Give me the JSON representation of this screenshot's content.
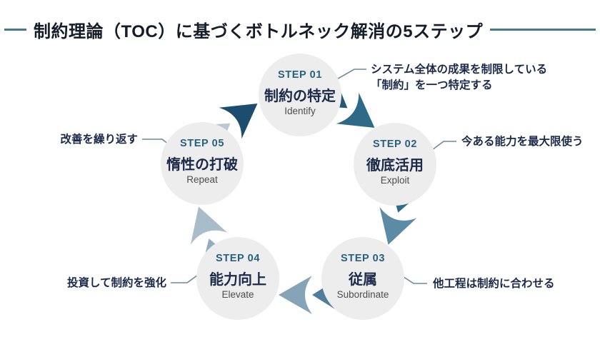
{
  "title": "制約理論（TOC）に基づくボトルネック解消の5ステップ",
  "palette": {
    "title_rule": "#417c8e",
    "circle_fill": "#ededed",
    "step_number": "#27617f",
    "label": "#1b2a4a",
    "subtitle": "#4d4d4d",
    "connector": "#6b8a9e",
    "arrow_s1_s2_trail": "#235b76",
    "arrow_s1_s2_lead": "#2c6a87",
    "arrow_s2_s3_trail": "#2e6c88",
    "arrow_s2_s3_lead": "#5d8aa4",
    "arrow_s3_s4_trail": "#4e7e99",
    "arrow_s3_s4_lead": "#85a4b7",
    "arrow_s4_s5_trail": "#94adbd",
    "arrow_s4_s5_lead": "#a9bcc9",
    "arrow_s5_s1_trail": "#b9c9d3",
    "arrow_s5_s1_lead": "#1d4d6e"
  },
  "steps": [
    {
      "step": "STEP 01",
      "title": "制約の特定",
      "subtitle": "Identify",
      "note1": "システム全体の成果を制限している",
      "note2": "「制約」を一つ特定する"
    },
    {
      "step": "STEP 02",
      "title": "徹底活用",
      "subtitle": "Exploit",
      "note1": "今ある能力を最大限使う"
    },
    {
      "step": "STEP 03",
      "title": "従属",
      "subtitle": "Subordinate",
      "note1": "他工程は制約に合わせる"
    },
    {
      "step": "STEP 04",
      "title": "能力向上",
      "subtitle": "Elevate",
      "note1": "投資して制約を強化"
    },
    {
      "step": "STEP 05",
      "title": "惰性の打破",
      "subtitle": "Repeat",
      "note1": "改善を繰り返す"
    }
  ]
}
